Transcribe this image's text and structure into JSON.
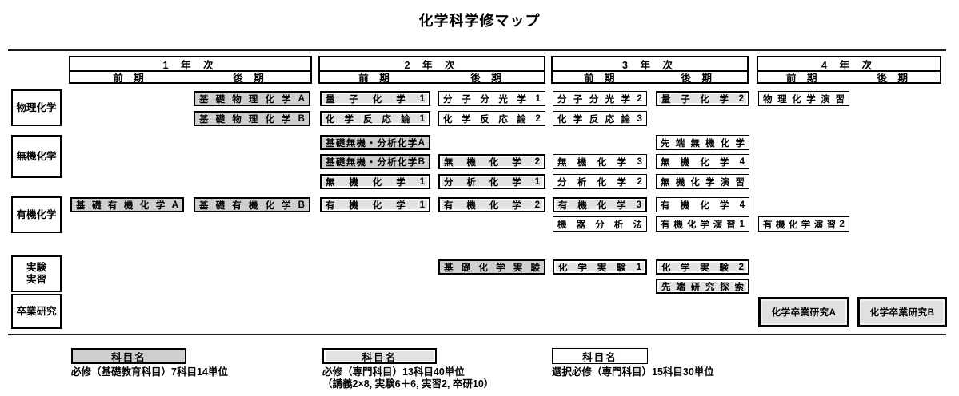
{
  "title": "化学科学修マップ",
  "colors": {
    "required_basic_fill": "#cfcfcf",
    "required_senmon_fill": "#e2e2e2",
    "elective_fill": "#ffffff",
    "border": "#000000"
  },
  "years": [
    {
      "label": "1 年 次",
      "first": "前 期",
      "second": "後 期"
    },
    {
      "label": "2 年 次",
      "first": "前 期",
      "second": "後 期"
    },
    {
      "label": "3 年 次",
      "first": "前 期",
      "second": "後 期"
    },
    {
      "label": "4 年 次",
      "first": "前 期",
      "second": "後 期"
    }
  ],
  "row_labels": [
    {
      "label": "物理化学"
    },
    {
      "label": "無機化学"
    },
    {
      "label": "有機化学"
    },
    {
      "label": "実験\n実習"
    },
    {
      "label": "卒業研究"
    }
  ],
  "courses": [
    {
      "label": "基礎物理化学A",
      "col": "1s",
      "row": "r1a",
      "type": "basic"
    },
    {
      "label": "基礎物理化学B",
      "col": "1s",
      "row": "r1b",
      "type": "basic"
    },
    {
      "label": "量子化学1",
      "col": "2f",
      "row": "r1a",
      "type": "senmon"
    },
    {
      "label": "化学反応論1",
      "col": "2f",
      "row": "r1b",
      "type": "senmon"
    },
    {
      "label": "分子分光学1",
      "col": "2s",
      "row": "r1a",
      "type": "sentaku"
    },
    {
      "label": "化学反応論2",
      "col": "2s",
      "row": "r1b",
      "type": "sentaku"
    },
    {
      "label": "分子分光学2",
      "col": "3f",
      "row": "r1a",
      "type": "sentaku"
    },
    {
      "label": "化学反応論3",
      "col": "3f",
      "row": "r1b",
      "type": "sentaku"
    },
    {
      "label": "量子化学2",
      "col": "3s",
      "row": "r1a",
      "type": "senmon"
    },
    {
      "label": "物理化学演習",
      "col": "4f",
      "row": "r1a",
      "type": "sentaku"
    },
    {
      "label": "基礎無機・分析化学A",
      "col": "2f",
      "row": "r2a",
      "type": "basic"
    },
    {
      "label": "基礎無機・分析化学B",
      "col": "2f",
      "row": "r2b",
      "type": "basic"
    },
    {
      "label": "無機化学1",
      "col": "2f",
      "row": "r2c",
      "type": "senmon"
    },
    {
      "label": "無機化学2",
      "col": "2s",
      "row": "r2b",
      "type": "senmon"
    },
    {
      "label": "分析化学1",
      "col": "2s",
      "row": "r2c",
      "type": "senmon"
    },
    {
      "label": "無機化学3",
      "col": "3f",
      "row": "r2b",
      "type": "sentaku"
    },
    {
      "label": "分析化学2",
      "col": "3f",
      "row": "r2c",
      "type": "sentaku"
    },
    {
      "label": "先端無機化学",
      "col": "3s",
      "row": "r2a",
      "type": "sentaku"
    },
    {
      "label": "無機化学4",
      "col": "3s",
      "row": "r2b",
      "type": "sentaku"
    },
    {
      "label": "無機化学演習",
      "col": "3s",
      "row": "r2c",
      "type": "sentaku"
    },
    {
      "label": "基礎有機化学A",
      "col": "1f",
      "row": "r3a",
      "type": "basic"
    },
    {
      "label": "基礎有機化学B",
      "col": "1s",
      "row": "r3a",
      "type": "basic"
    },
    {
      "label": "有機化学1",
      "col": "2f",
      "row": "r3a",
      "type": "senmon"
    },
    {
      "label": "有機化学2",
      "col": "2s",
      "row": "r3a",
      "type": "senmon"
    },
    {
      "label": "有機化学3",
      "col": "3f",
      "row": "r3a",
      "type": "senmon"
    },
    {
      "label": "機器分析法",
      "col": "3f",
      "row": "r3b",
      "type": "sentaku"
    },
    {
      "label": "有機化学4",
      "col": "3s",
      "row": "r3a",
      "type": "sentaku"
    },
    {
      "label": "有機化学演習1",
      "col": "3s",
      "row": "r3b",
      "type": "sentaku"
    },
    {
      "label": "有機化学演習2",
      "col": "4f",
      "row": "r3b",
      "type": "sentaku"
    },
    {
      "label": "基礎化学実験",
      "col": "2s",
      "row": "r4a",
      "type": "basic"
    },
    {
      "label": "化学実験1",
      "col": "3f",
      "row": "r4a",
      "type": "senmon"
    },
    {
      "label": "化学実験2",
      "col": "3s",
      "row": "r4a",
      "type": "senmon"
    },
    {
      "label": "先端研究探索",
      "col": "3s",
      "row": "r4b",
      "type": "senmon"
    },
    {
      "label": "化学卒業研究A",
      "col": "4f",
      "row": "r5",
      "type": "grad"
    },
    {
      "label": "化学卒業研究B",
      "col": "4s",
      "row": "r5",
      "type": "grad"
    }
  ],
  "legend": [
    {
      "box_label": "科目名",
      "style": "basic",
      "caption": "必修（基礎教育科目）7科目14単位"
    },
    {
      "box_label": "科目名",
      "style": "senmon",
      "caption": "必修（専門科目）13科目40単位\n（講義2×8, 実験6＋6, 実習2, 卒研10）"
    },
    {
      "box_label": "科目名",
      "style": "sentaku",
      "caption": "選択必修（専門科目）15科目30単位"
    }
  ]
}
